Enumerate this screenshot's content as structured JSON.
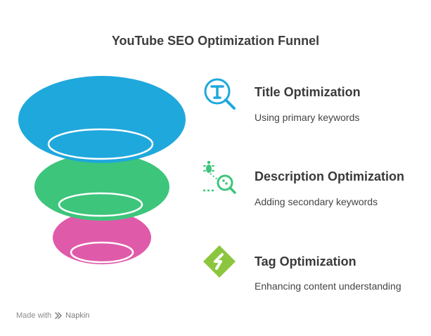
{
  "diagram": {
    "title": "YouTube SEO Optimization Funnel",
    "steps": [
      {
        "title": "Title Optimization",
        "description": "Using primary keywords",
        "color": "#1fa8dc",
        "icon": "title-search-icon"
      },
      {
        "title": "Description Optimization",
        "description": "Adding secondary keywords",
        "color": "#3dc57b",
        "icon": "bug-search-icon"
      },
      {
        "title": "Tag Optimization",
        "description": "Enhancing content understanding",
        "color": "#e05aaa",
        "icon": "tag-diamond-icon"
      }
    ]
  },
  "footer": {
    "prefix": "Made with",
    "brand": "Napkin",
    "icon": "napkin-logo-icon"
  }
}
